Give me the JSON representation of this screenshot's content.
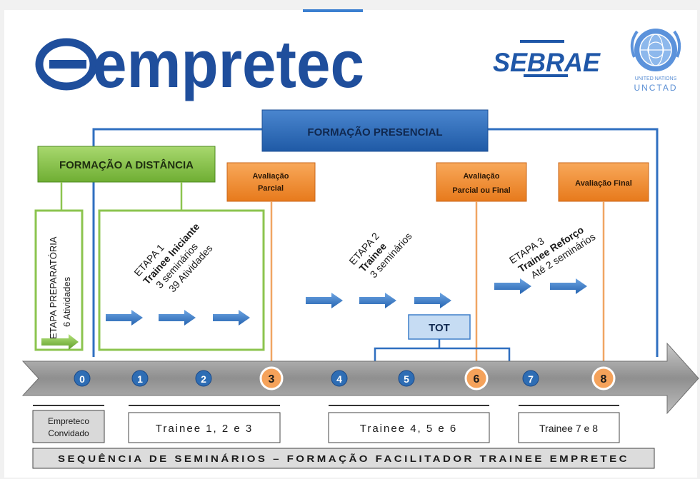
{
  "logos": {
    "empretec": "empretec",
    "sebrae": "SEBRAE",
    "un_line1": "UNITED NATIONS",
    "un_line2": "UNCTAD"
  },
  "boxes": {
    "formacao_presencial": "FORMAÇÃO PRESENCIAL",
    "formacao_distancia": "FORMAÇÃO A DISTÂNCIA",
    "tot": "TOT"
  },
  "evaluations": {
    "parcial": [
      "Avaliação",
      "Parcial"
    ],
    "parcial_final": [
      "Avaliação",
      "Parcial ou Final"
    ],
    "final": "Avaliação Final"
  },
  "stages": {
    "preparatoria": [
      "ETAPA PREPARATÓRIA",
      "6 Atividades"
    ],
    "etapa1": [
      "ETAPA 1",
      "Trainee Iniciante",
      "3 seminários",
      "39 Atividades"
    ],
    "etapa2": [
      "ETAPA 2",
      "Trainee",
      "3 seminários"
    ],
    "etapa3": [
      "ETAPA 3",
      "Trainee Reforço",
      "Até 2 seminários"
    ]
  },
  "timeline": {
    "numbers": [
      "0",
      "1",
      "2",
      "3",
      "4",
      "5",
      "6",
      "7",
      "8"
    ],
    "highlight_color": "#f5a25a",
    "normal_color": "#2e6db4"
  },
  "groups": {
    "convidado": [
      "Empreteco",
      "Convidado"
    ],
    "trainee_123": "Trainee 1, 2 e 3",
    "trainee_456": "Trainee 4, 5 e 6",
    "trainee_78": "Trainee 7 e 8"
  },
  "footer": "SEQUÊNCIA DE SEMINÁRIOS – FORMAÇÃO FACILITADOR TRAINEE EMPRETEC"
}
